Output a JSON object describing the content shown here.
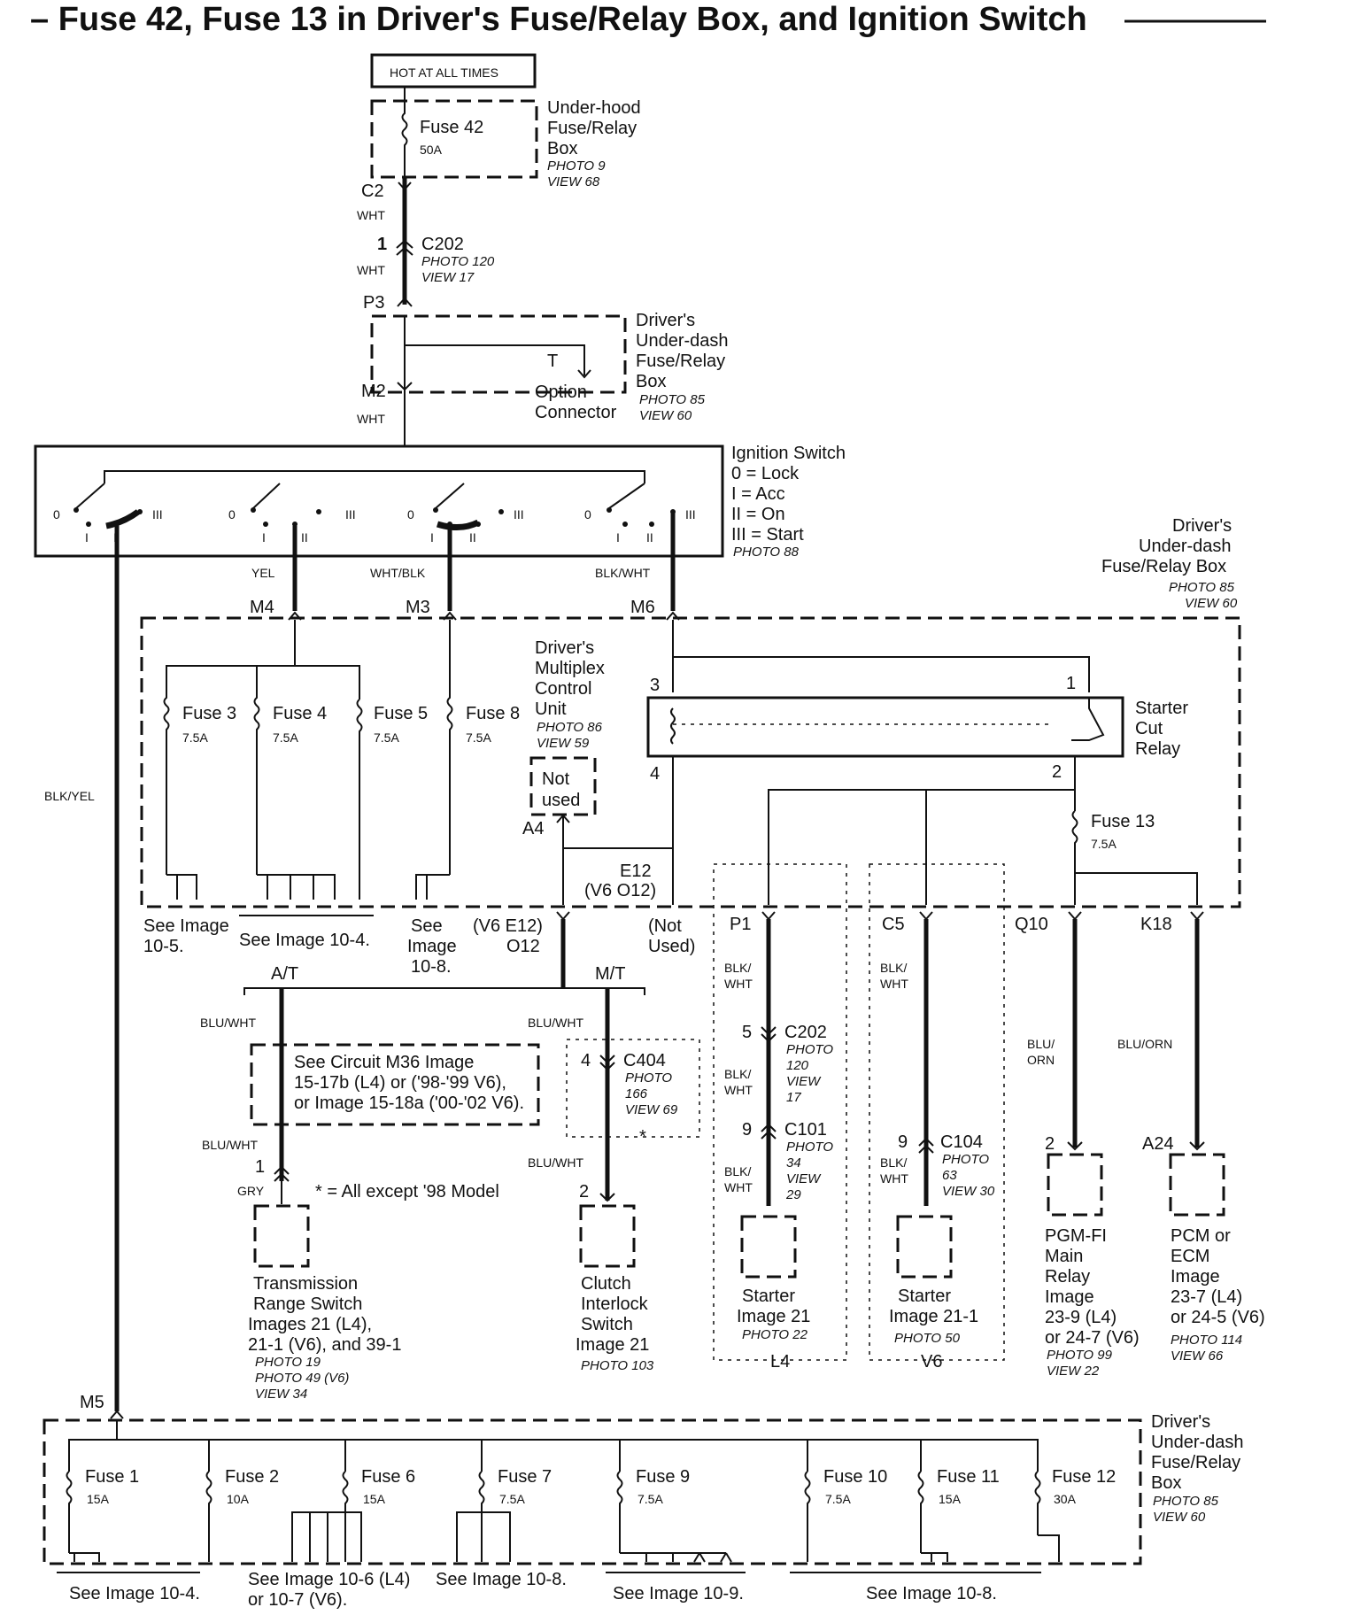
{
  "title": "– Fuse 42, Fuse 13 in Driver's Fuse/Relay Box, and Ignition Switch",
  "hot_box": "HOT AT ALL TIMES",
  "underhood": {
    "l1": "Under-hood",
    "l2": "Fuse/Relay",
    "l3": "Box",
    "photo": "PHOTO 9",
    "view": "VIEW 68",
    "fuse": "Fuse 42",
    "amp": "50A"
  },
  "c2": "C2",
  "wht": "WHT",
  "pin1": "1",
  "c202": "C202",
  "c202_photo": "PHOTO 120",
  "c202_view": "VIEW 17",
  "p3": "P3",
  "m2": "M2",
  "dudash_top": {
    "l1": "Driver's",
    "l2": "Under-dash",
    "l3": "Fuse/Relay",
    "l4": "Box",
    "photo": "PHOTO 85",
    "view": "VIEW 60"
  },
  "option": {
    "t": "T",
    "l1": "Option",
    "l2": "Connector"
  },
  "ignition": {
    "title": "Ignition Switch",
    "s0": "0  = Lock",
    "s1": "I   = Acc",
    "s2": "II  = On",
    "s3": "III = Start",
    "photo": "PHOTO 88",
    "p0": "0",
    "pI": "I",
    "pII": "II",
    "pIII": "III"
  },
  "dudash_mid": {
    "l1": "Driver's",
    "l2": "Under-dash",
    "l3": "Fuse/Relay Box",
    "photo": "PHOTO 85",
    "view": "VIEW 60"
  },
  "wires": {
    "yel": "YEL",
    "whtblk": "WHT/BLK",
    "blkwht": "BLK/WHT",
    "blkyel": "BLK/YEL",
    "bluwht": "BLU/WHT",
    "gry": "GRY",
    "blkwht2a": "BLK/",
    "blkwht2b": "WHT",
    "bluorn_a": "BLU/",
    "bluorn_b": "ORN",
    "bluorn": "BLU/ORN"
  },
  "conns": {
    "m4": "M4",
    "m3": "M3",
    "m6": "M6",
    "a4": "A4",
    "e12": "E12",
    "v6o12": "(V6 O12)",
    "p1": "P1",
    "c5": "C5",
    "q10": "Q10",
    "k18": "K18",
    "v6e12": "(V6 E12)",
    "o12": "O12",
    "notused_a": "(Not",
    "notused_b": "Used)",
    "m5": "M5"
  },
  "fuses_mid": [
    {
      "name": "Fuse 3",
      "amp": "7.5A"
    },
    {
      "name": "Fuse 4",
      "amp": "7.5A"
    },
    {
      "name": "Fuse 5",
      "amp": "7.5A"
    },
    {
      "name": "Fuse 8",
      "amp": "7.5A"
    }
  ],
  "mcu": {
    "l1": "Driver's",
    "l2": "Multiplex",
    "l3": "Control",
    "l4": "Unit",
    "photo": "PHOTO 86",
    "view": "VIEW 59",
    "nu1": "Not",
    "nu2": "used"
  },
  "relay": {
    "l1": "Starter",
    "l2": "Cut",
    "l3": "Relay",
    "p1": "1",
    "p2": "2",
    "p3": "3",
    "p4": "4"
  },
  "fuse13": {
    "name": "Fuse 13",
    "amp": "7.5A"
  },
  "see_mid": {
    "s105a": "See Image",
    "s105b": "10-5.",
    "s104": "See Image 10-4.",
    "s108a": "See",
    "s108b": "Image",
    "s108c": "10-8."
  },
  "at": "A/T",
  "mt": "M/T",
  "circuit_note": {
    "l1": "See Circuit M36 Image",
    "l2": "15-17b (L4) or ('98-'99 V6),",
    "l3": "or Image 15-18a ('00-'02 V6)."
  },
  "c404": {
    "pin": "4",
    "name": "C404",
    "photo": "PHOTO",
    "num": "166",
    "view": "VIEW 69",
    "star": "*"
  },
  "trs": {
    "pin": "1",
    "l1": "Transmission",
    "l2": "Range Switch",
    "l3": "Images 21 (L4),",
    "l4": "21-1 (V6), and 39-1",
    "photo1": "PHOTO 19",
    "photo2": "PHOTO 49 (V6)",
    "view": "VIEW 34"
  },
  "note_all": "* = All except '98 Model",
  "clutch": {
    "pin": "2",
    "l1": "Clutch",
    "l2": "Interlock",
    "l3": "Switch",
    "l4": "Image 21",
    "photo": "PHOTO 103"
  },
  "l4col": {
    "c202pin": "5",
    "c202": "C202",
    "c202_photo": "PHOTO",
    "c202_num": "120",
    "c202_view": "VIEW",
    "c202_vnum": "17",
    "c101pin": "9",
    "c101": "C101",
    "c101_photo": "PHOTO",
    "c101_num": "34",
    "c101_view": "VIEW",
    "c101_vnum": "29",
    "l1": "Starter",
    "l2": "Image 21",
    "photo": "PHOTO 22",
    "label": "L4"
  },
  "v6col": {
    "c104pin": "9",
    "c104": "C104",
    "photo": "PHOTO",
    "num": "63",
    "view": "VIEW 30",
    "l1": "Starter",
    "l2": "Image 21-1",
    "photo2": "PHOTO 50",
    "label": "V6"
  },
  "pgm": {
    "pin": "2",
    "l1": "PGM-FI",
    "l2": "Main",
    "l3": "Relay",
    "l4": "Image",
    "l5": "23-9 (L4)",
    "l6": "or 24-7 (V6)",
    "photo": "PHOTO 99",
    "view": "VIEW 22"
  },
  "pcm": {
    "pin": "A24",
    "l1": "PCM or",
    "l2": "ECM",
    "l3": "Image",
    "l4": "23-7 (L4)",
    "l5": "or 24-5 (V6)",
    "photo": "PHOTO 114",
    "view": "VIEW 66"
  },
  "dudash_bot": {
    "l1": "Driver's",
    "l2": "Under-dash",
    "l3": "Fuse/Relay",
    "l4": "Box",
    "photo": "PHOTO 85",
    "view": "VIEW 60"
  },
  "fuses_bot": [
    {
      "name": "Fuse 1",
      "amp": "15A"
    },
    {
      "name": "Fuse 2",
      "amp": "10A"
    },
    {
      "name": "Fuse 6",
      "amp": "15A"
    },
    {
      "name": "Fuse 7",
      "amp": "7.5A"
    },
    {
      "name": "Fuse 9",
      "amp": "7.5A"
    },
    {
      "name": "Fuse 10",
      "amp": "7.5A"
    },
    {
      "name": "Fuse 11",
      "amp": "15A"
    },
    {
      "name": "Fuse 12",
      "amp": "30A"
    }
  ],
  "see_bot": {
    "s104": "See Image 10-4.",
    "s106a": "See Image 10-6 (L4)",
    "s106b": "or 10-7 (V6).",
    "s108": "See Image 10-8.",
    "s109": "See Image 10-9.",
    "s108b": "See Image 10-8."
  }
}
